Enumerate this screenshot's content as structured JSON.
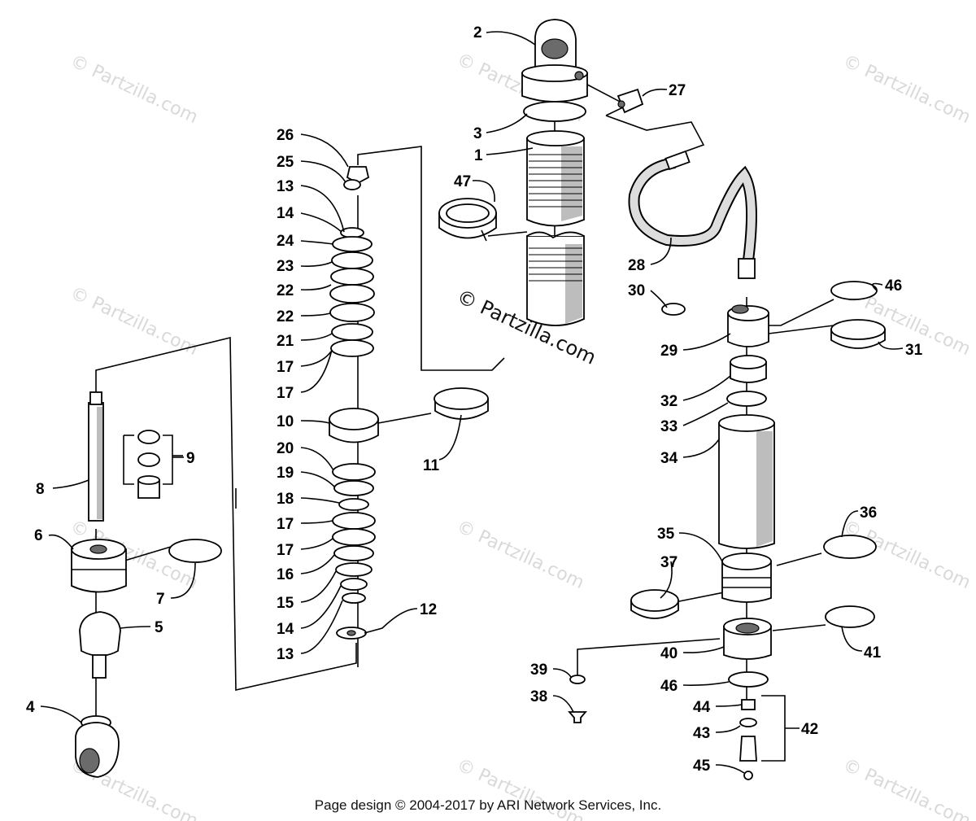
{
  "watermark": "© Partzilla.com",
  "watermark_center": "© Partzilla.com",
  "footer": "Page design © 2004-2017 by ARI Network Services, Inc.",
  "callouts": {
    "c1": "1",
    "c2": "2",
    "c3": "3",
    "c4": "4",
    "c5": "5",
    "c6": "6",
    "c7": "7",
    "c8": "8",
    "c9": "9",
    "c10": "10",
    "c11": "11",
    "c12": "12",
    "c13a": "13",
    "c13b": "13",
    "c14a": "14",
    "c14b": "14",
    "c15": "15",
    "c16": "16",
    "c17a": "17",
    "c17b": "17",
    "c17c": "17",
    "c17d": "17",
    "c18": "18",
    "c19": "19",
    "c20": "20",
    "c21": "21",
    "c22a": "22",
    "c22b": "22",
    "c23": "23",
    "c24": "24",
    "c25": "25",
    "c26": "26",
    "c27": "27",
    "c28": "28",
    "c29": "29",
    "c30": "30",
    "c31": "31",
    "c32": "32",
    "c33": "33",
    "c34": "34",
    "c35": "35",
    "c36": "36",
    "c37": "37",
    "c38": "38",
    "c39": "39",
    "c40": "40",
    "c41": "41",
    "c42": "42",
    "c43": "43",
    "c44": "44",
    "c45": "45",
    "c46a": "46",
    "c46b": "46",
    "c47": "47"
  }
}
